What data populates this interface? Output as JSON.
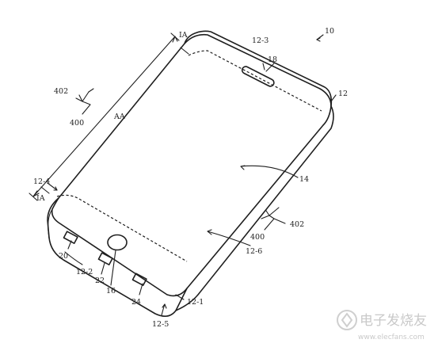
{
  "figure": {
    "labels": {
      "ref_10": "10",
      "ref_12": "12",
      "ref_12_1": "12-1",
      "ref_12_2": "12-2",
      "ref_12_3": "12-3",
      "ref_12_4": "12-4",
      "ref_12_5": "12-5",
      "ref_12_6": "12-6",
      "ref_14": "14",
      "ref_16": "16",
      "ref_18": "18",
      "ref_20": "20",
      "ref_22": "22",
      "ref_24": "24",
      "ref_400_left": "400",
      "ref_402_left": "402",
      "ref_400_right": "400",
      "ref_402_right": "402",
      "ref_ia_top": "IA",
      "ref_ia_bottom": "IA",
      "ref_aa": "AA"
    },
    "watermark": {
      "text": "电子发烧友",
      "url": "www.elecfans.com"
    }
  }
}
